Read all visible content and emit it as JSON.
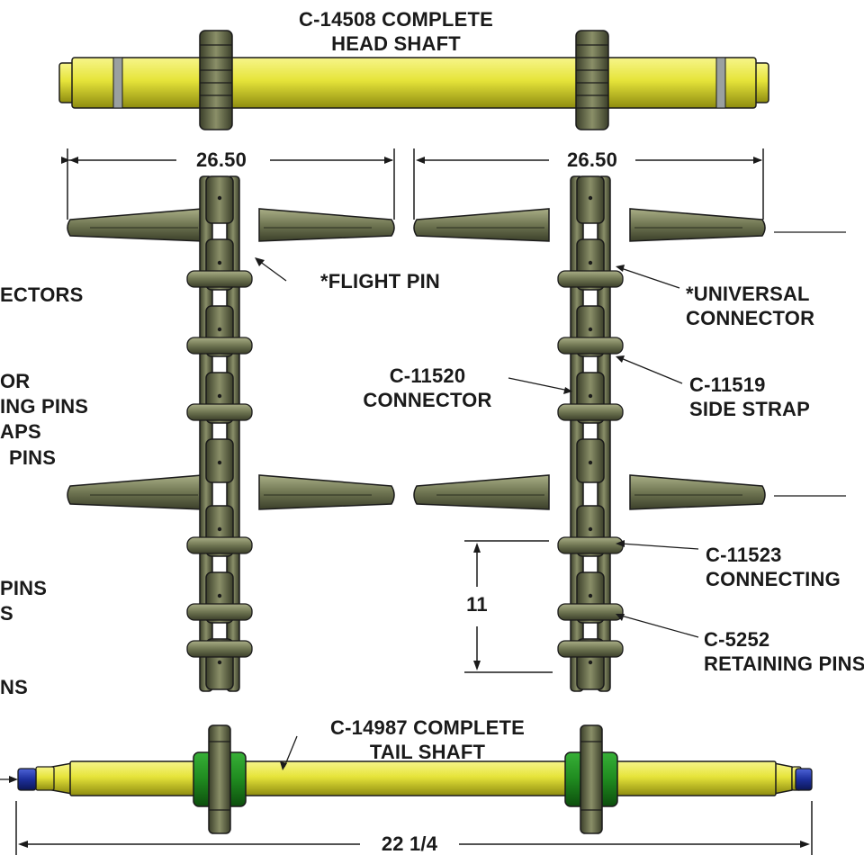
{
  "colors": {
    "shaft": "#e4e23a",
    "shaft_dark": "#9c9a10",
    "steel": "#6f7552",
    "steel_dark": "#2c3020",
    "sprocket_green": "#1f8a1f",
    "blue_nut": "#1d2f9c",
    "line": "#1a1a1a"
  },
  "head_shaft": {
    "part": "C-14508 COMPLETE",
    "name": "HEAD SHAFT"
  },
  "dims": {
    "left_width": "26.50",
    "right_width": "26.50",
    "pitch": "11",
    "tail_length": "22 1/4"
  },
  "left_callouts": {
    "flight_pin": "*FLIGHT PIN",
    "l1": "ECTORS",
    "l2": "OR",
    "l3": "ING PINS",
    "l4": "APS",
    "l5": "PINS",
    "l6": "PINS",
    "l7": "S",
    "l8": "NS"
  },
  "right_callouts": {
    "universal": [
      "*UNIVERSAL",
      "CONNECTOR"
    ],
    "c11520": [
      "C-11520",
      "CONNECTOR"
    ],
    "c11519": [
      "C-11519",
      "SIDE STRAP"
    ],
    "c11523": [
      "C-11523",
      "CONNECTING"
    ],
    "c5252": [
      "C-5252",
      "RETAINING PINS"
    ]
  },
  "tail_shaft": {
    "part": "C-14987 COMPLETE",
    "name": "TAIL SHAFT"
  }
}
